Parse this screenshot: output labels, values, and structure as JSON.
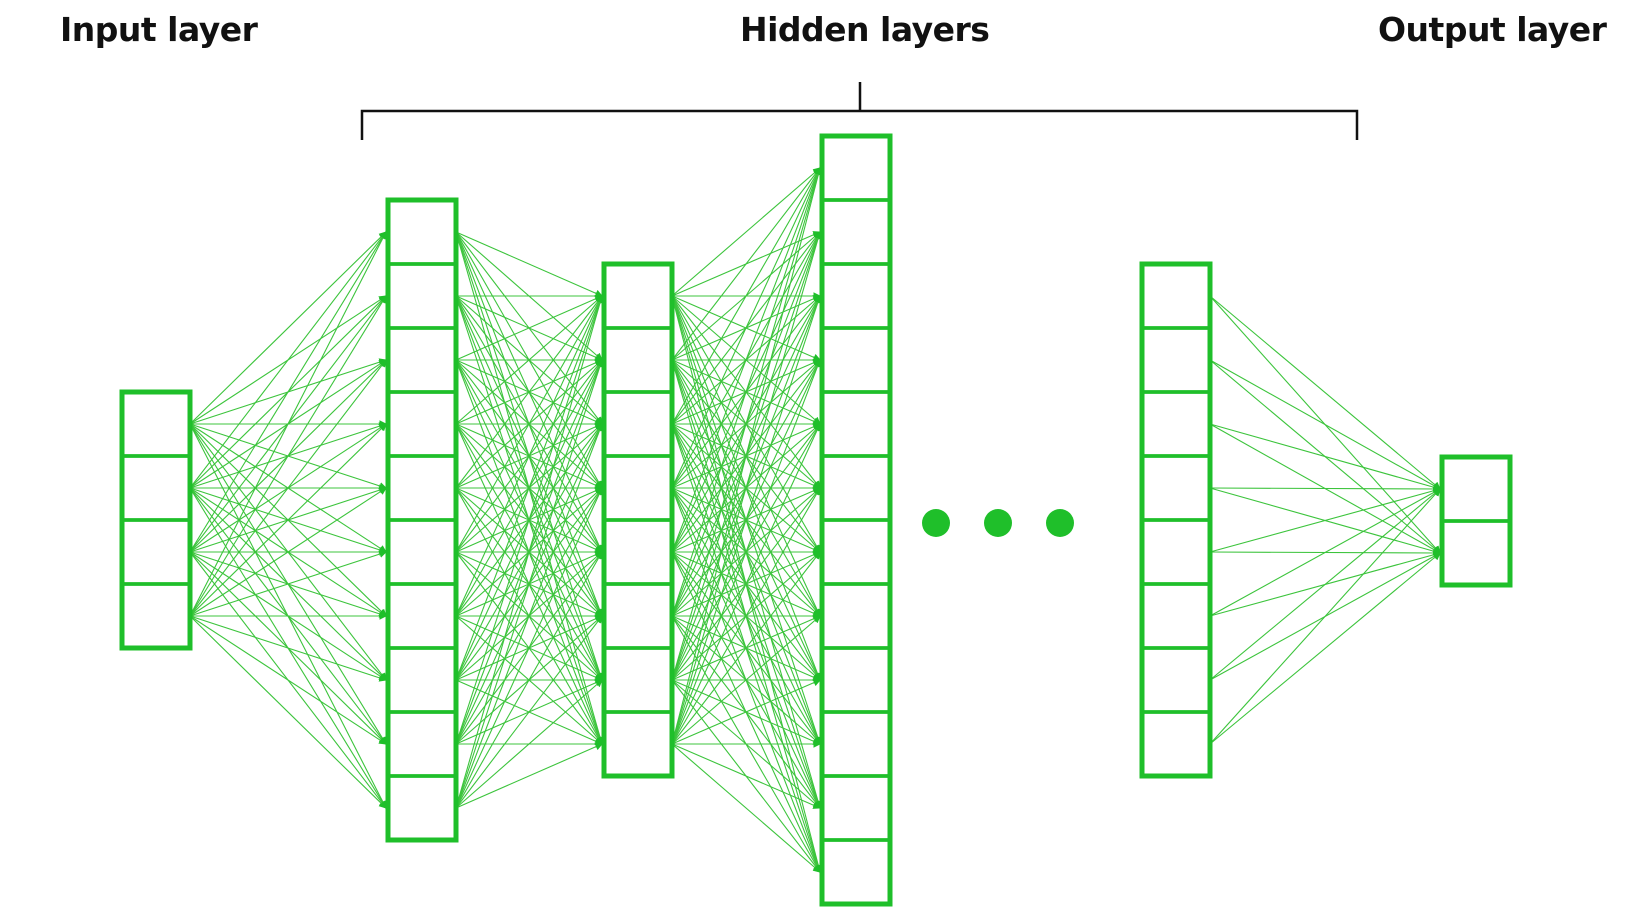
{
  "labels": {
    "input": "Input layer",
    "hidden": "Hidden layers",
    "output": "Output layer"
  },
  "colors": {
    "accent": "#1fbf2a",
    "edge": "#3cc43c",
    "text": "#111111",
    "bracket": "#111111"
  },
  "layers": [
    {
      "name": "input",
      "neurons": 4
    },
    {
      "name": "hidden-1",
      "neurons": 10
    },
    {
      "name": "hidden-2",
      "neurons": 8
    },
    {
      "name": "hidden-3",
      "neurons": 12
    },
    {
      "name": "hidden-last",
      "neurons": 8
    },
    {
      "name": "output",
      "neurons": 2
    }
  ],
  "ellipsis_dots": 3
}
